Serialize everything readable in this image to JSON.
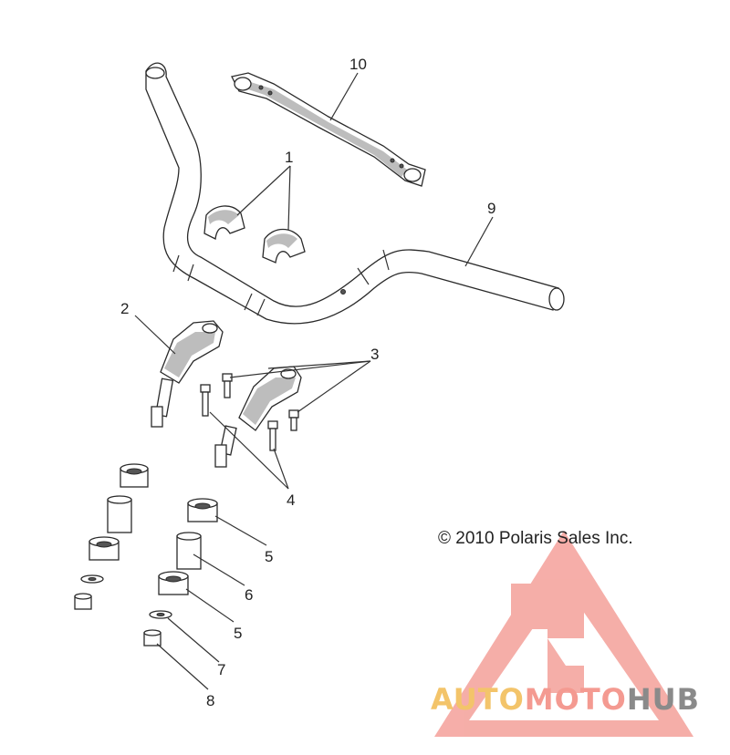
{
  "diagram": {
    "copyright": "© 2010 Polaris Sales Inc.",
    "callouts": [
      {
        "id": "10",
        "label": "10"
      },
      {
        "id": "1",
        "label": "1"
      },
      {
        "id": "9",
        "label": "9"
      },
      {
        "id": "2",
        "label": "2"
      },
      {
        "id": "3",
        "label": "3"
      },
      {
        "id": "4",
        "label": "4"
      },
      {
        "id": "5a",
        "label": "5"
      },
      {
        "id": "6",
        "label": "6"
      },
      {
        "id": "5b",
        "label": "5"
      },
      {
        "id": "7",
        "label": "7"
      },
      {
        "id": "8",
        "label": "8"
      }
    ]
  },
  "watermark": {
    "part1": "AUTO",
    "part2": "MOTO",
    "part3": "HUB",
    "colors": {
      "auto": "#f3c46a",
      "moto": "#f49a91",
      "hub": "#8a8a8a",
      "logo": "#f4a09a"
    }
  }
}
